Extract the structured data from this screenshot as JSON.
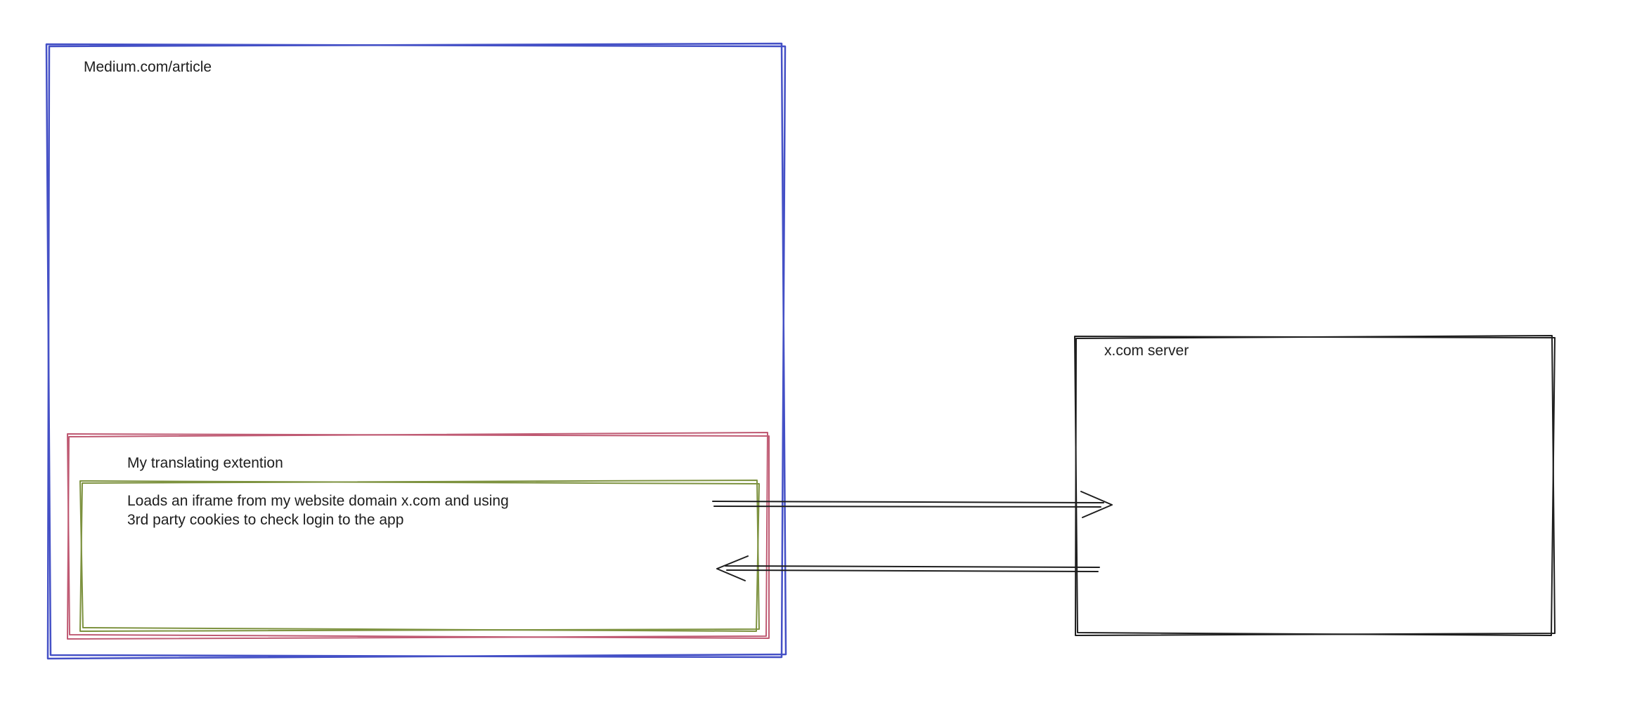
{
  "diagram": {
    "medium_box": {
      "label": "Medium.com/article"
    },
    "extension_box": {
      "label": "My translating extention"
    },
    "iframe_box": {
      "line1": "Loads an iframe from my website domain x.com and using",
      "line2": "3rd party cookies to check login to the app"
    },
    "server_box": {
      "label": "x.com server"
    },
    "colors": {
      "medium_border": "#4450c6",
      "extension_border": "#bf5a73",
      "iframe_border": "#7d923f",
      "server_border": "#1e1e1e",
      "arrow": "#1e1e1e"
    }
  }
}
